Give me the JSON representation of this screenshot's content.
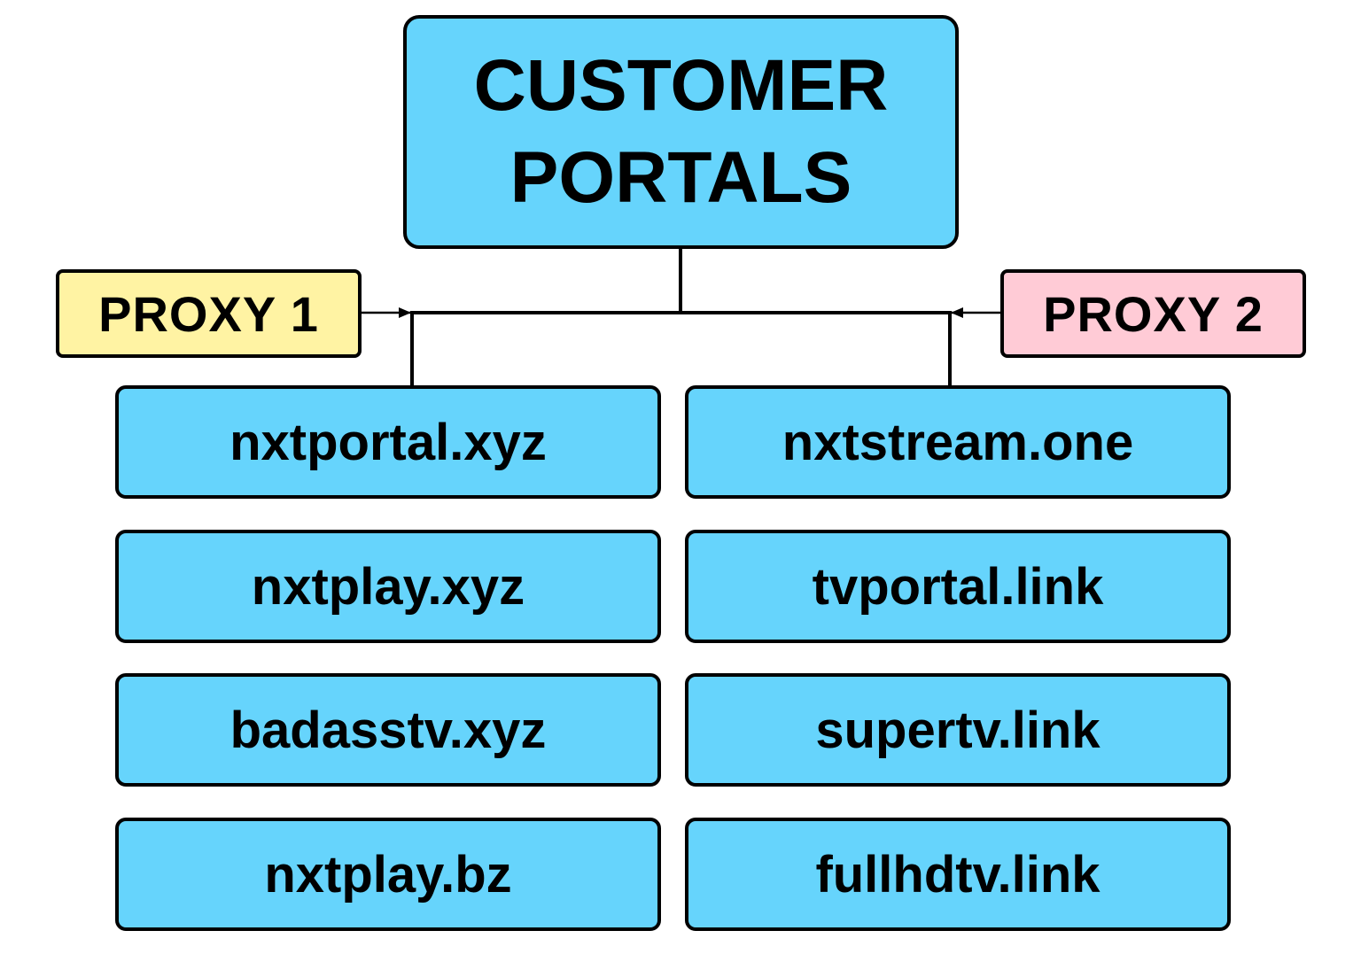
{
  "colors": {
    "portal_fill": "#66d4fc",
    "proxy1_fill": "#fff3a3",
    "proxy2_fill": "#ffcbd6",
    "line": "#000000"
  },
  "root": {
    "label": "CUSTOMER\nPORTALS"
  },
  "proxies": [
    {
      "label": "PROXY 1"
    },
    {
      "label": "PROXY 2"
    }
  ],
  "portals": {
    "left": [
      {
        "label": "nxtportal.xyz"
      },
      {
        "label": "nxtplay.xyz"
      },
      {
        "label": "badasstv.xyz"
      },
      {
        "label": "nxtplay.bz"
      }
    ],
    "right": [
      {
        "label": "nxtstream.one"
      },
      {
        "label": "tvportal.link"
      },
      {
        "label": "supertv.link"
      },
      {
        "label": "fullhdtv.link"
      }
    ]
  }
}
